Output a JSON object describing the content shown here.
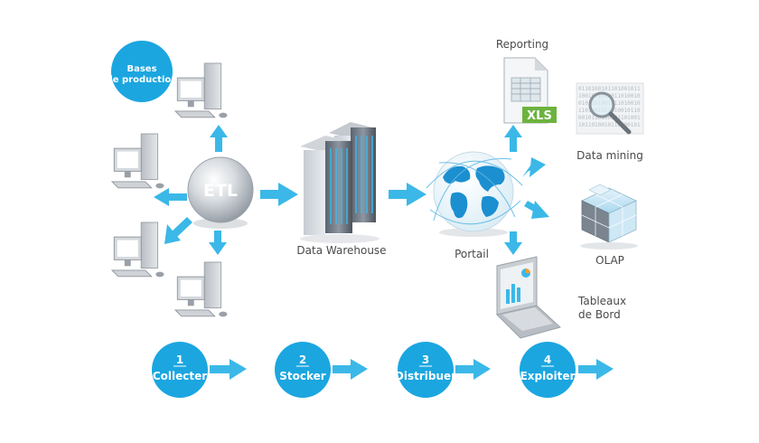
{
  "colors": {
    "accent": "#29aee2",
    "arrow": "#3bb8e8",
    "circle": "#1ba6e0",
    "label": "#4a4a4a",
    "xls_green": "#6cb33f"
  },
  "sources": {
    "badge_line1": "Bases",
    "badge_line2": "de production"
  },
  "etl": {
    "label": "ETL"
  },
  "warehouse": {
    "label": "Data Warehouse"
  },
  "portal": {
    "label": "Portail"
  },
  "outputs": {
    "reporting": "Reporting",
    "xls_badge": "XLS",
    "data_mining": "Data mining",
    "olap": "OLAP",
    "dashboard_line1": "Tableaux",
    "dashboard_line2": "de Bord"
  },
  "steps": [
    {
      "number": "1",
      "label": "Collecter"
    },
    {
      "number": "2",
      "label": "Stocker"
    },
    {
      "number": "3",
      "label": "Distribuer"
    },
    {
      "number": "4",
      "label": "Exploiter"
    }
  ]
}
